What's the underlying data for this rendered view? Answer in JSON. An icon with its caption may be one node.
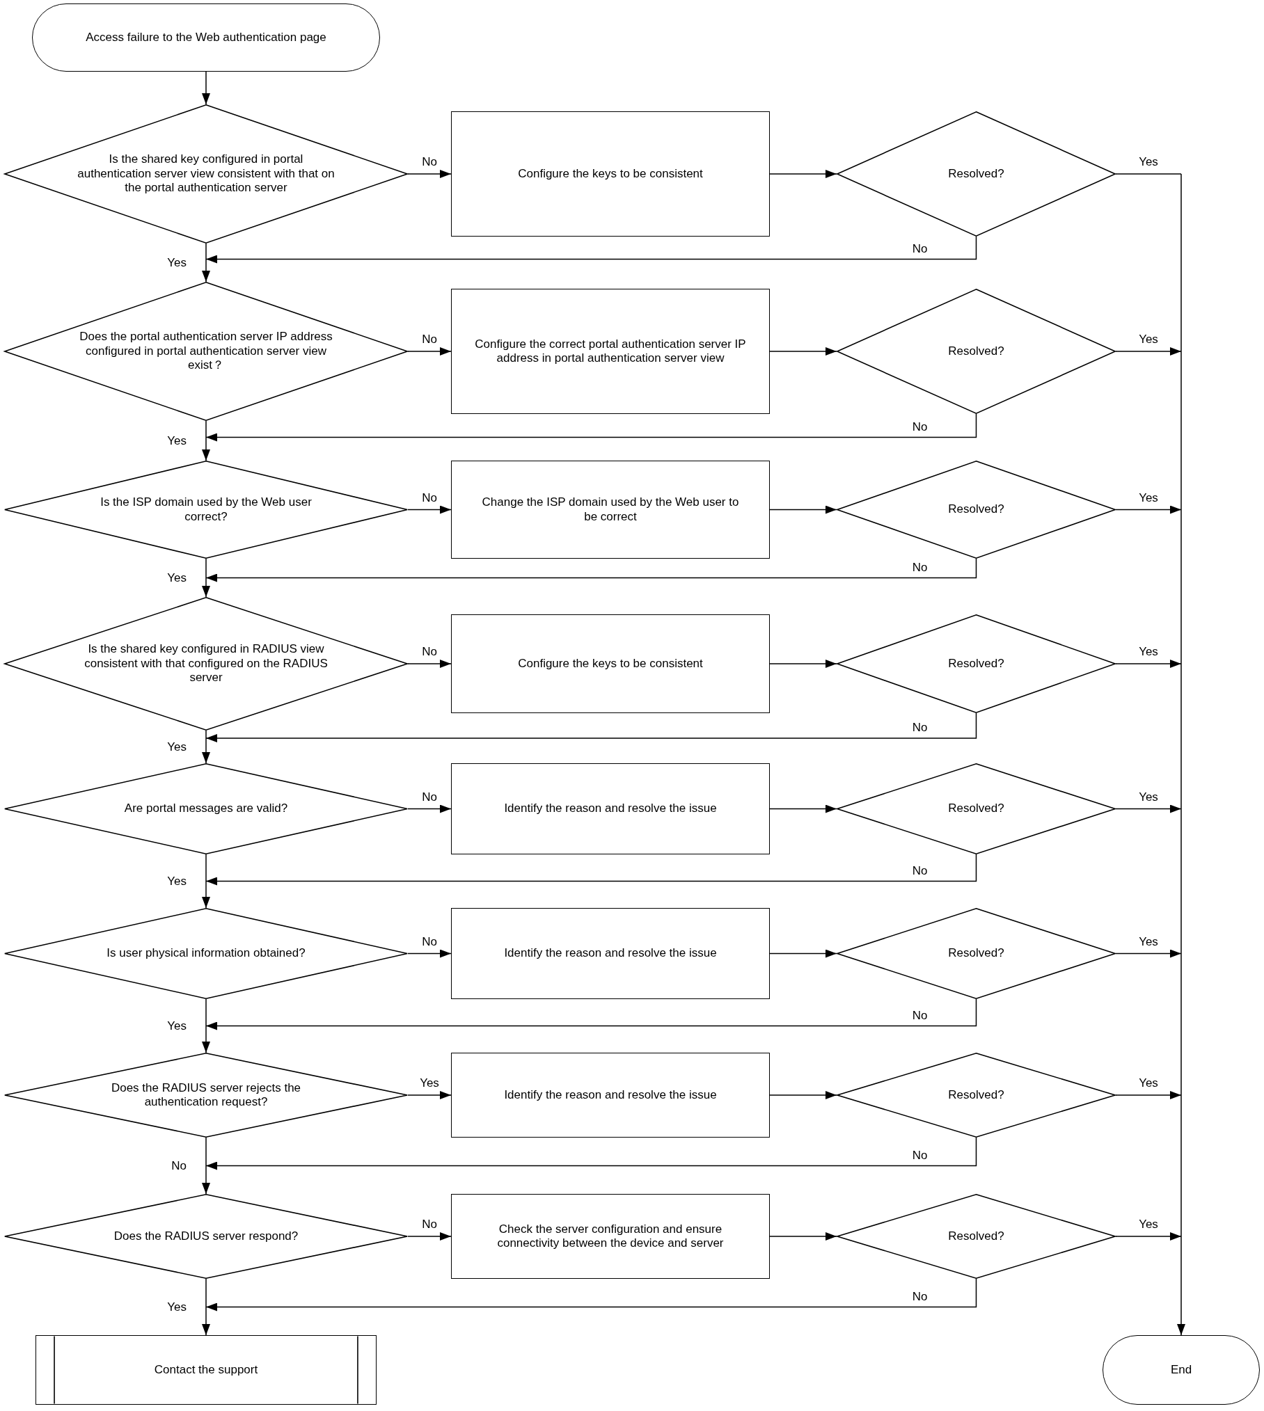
{
  "diagram": {
    "nodes": [
      {
        "text": [
          "Access failure to the Web authentication page"
        ]
      },
      {
        "text": [
          "Is the shared key configured in portal authentication server view consistent with that on the portal authentication server"
        ]
      },
      {
        "text": [
          "Configure the keys to be consistent"
        ]
      },
      {
        "text": [
          "Resolved?"
        ]
      },
      {
        "text": [
          "Does the portal authentication server IP address configured in portal authentication server view exist？"
        ]
      },
      {
        "text": [
          "Configure the correct portal authentication server IP address in portal authentication server view"
        ]
      },
      {
        "text": [
          "Resolved?"
        ]
      },
      {
        "text": [
          "Is the ISP domain used by the Web user correct?"
        ]
      },
      {
        "text": [
          "Change the ISP domain used by the Web user to be correct"
        ]
      },
      {
        "text": [
          "Resolved?"
        ]
      },
      {
        "text": [
          "Is the shared key configured in RADIUS view consistent with that configured on the RADIUS server"
        ]
      },
      {
        "text": [
          "Configure the keys to be consistent"
        ]
      },
      {
        "text": [
          "Resolved?"
        ]
      },
      {
        "text": [
          "Are portal messages are valid?"
        ]
      },
      {
        "text": [
          "Identify the reason and resolve the issue"
        ]
      },
      {
        "text": [
          "Resolved?"
        ]
      },
      {
        "text": [
          "Is user physical information obtained?"
        ]
      },
      {
        "text": [
          "Identify the reason and resolve the issue"
        ]
      },
      {
        "text": [
          "Resolved?"
        ]
      },
      {
        "text": [
          "Does the RADIUS server rejects the authentication request?"
        ]
      },
      {
        "text": [
          "Identify the reason and resolve the issue"
        ]
      },
      {
        "text": [
          "Resolved?"
        ]
      },
      {
        "text": [
          "Does the RADIUS server respond?"
        ]
      },
      {
        "text": [
          "Check the server configuration and ensure connectivity between the device and server"
        ]
      },
      {
        "text": [
          "Resolved?"
        ]
      },
      {
        "text": [
          "Contact the support"
        ]
      },
      {
        "text": [
          "End"
        ]
      }
    ],
    "edges": [
      {
        "from": 0,
        "to": 1,
        "arrow": "to"
      },
      {
        "from": 1,
        "to": 2,
        "arrow": "to",
        "label": "No"
      },
      {
        "from": 2,
        "to": 3,
        "arrow": "to"
      },
      {
        "from": 3,
        "to": 26,
        "arrow": "to",
        "label": "Yes"
      },
      {
        "from": 3,
        "to": 4,
        "arrow": "to",
        "label": "No"
      },
      {
        "from": 1,
        "to": 4,
        "arrow": "to",
        "label": "Yes"
      },
      {
        "from": 4,
        "to": 5,
        "arrow": "to",
        "label": "No"
      },
      {
        "from": 5,
        "to": 6,
        "arrow": "to"
      },
      {
        "from": 6,
        "to": 26,
        "arrow": "to",
        "label": "Yes"
      },
      {
        "from": 6,
        "to": 7,
        "arrow": "to",
        "label": "No"
      },
      {
        "from": 4,
        "to": 7,
        "arrow": "to",
        "label": "Yes"
      },
      {
        "from": 7,
        "to": 8,
        "arrow": "to",
        "label": "No"
      },
      {
        "from": 8,
        "to": 9,
        "arrow": "to"
      },
      {
        "from": 9,
        "to": 26,
        "arrow": "to",
        "label": "Yes"
      },
      {
        "from": 9,
        "to": 10,
        "arrow": "to",
        "label": "No"
      },
      {
        "from": 7,
        "to": 10,
        "arrow": "to",
        "label": "Yes"
      },
      {
        "from": 10,
        "to": 11,
        "arrow": "to",
        "label": "No"
      },
      {
        "from": 11,
        "to": 12,
        "arrow": "to"
      },
      {
        "from": 12,
        "to": 26,
        "arrow": "to",
        "label": "Yes"
      },
      {
        "from": 12,
        "to": 13,
        "arrow": "to",
        "label": "No"
      },
      {
        "from": 10,
        "to": 13,
        "arrow": "to",
        "label": "Yes"
      },
      {
        "from": 13,
        "to": 14,
        "arrow": "to",
        "label": "No"
      },
      {
        "from": 14,
        "to": 15,
        "arrow": "to"
      },
      {
        "from": 15,
        "to": 26,
        "arrow": "to",
        "label": "Yes"
      },
      {
        "from": 15,
        "to": 16,
        "arrow": "to",
        "label": "No"
      },
      {
        "from": 13,
        "to": 16,
        "arrow": "to",
        "label": "Yes"
      },
      {
        "from": 16,
        "to": 17,
        "arrow": "to",
        "label": "No"
      },
      {
        "from": 17,
        "to": 18,
        "arrow": "to"
      },
      {
        "from": 18,
        "to": 26,
        "arrow": "to",
        "label": "Yes"
      },
      {
        "from": 18,
        "to": 19,
        "arrow": "to",
        "label": "No"
      },
      {
        "from": 16,
        "to": 19,
        "arrow": "to",
        "label": "Yes"
      },
      {
        "from": 19,
        "to": 20,
        "arrow": "to",
        "label": "Yes"
      },
      {
        "from": 20,
        "to": 21,
        "arrow": "to"
      },
      {
        "from": 21,
        "to": 26,
        "arrow": "to",
        "label": "Yes"
      },
      {
        "from": 21,
        "to": 22,
        "arrow": "to",
        "label": "No"
      },
      {
        "from": 19,
        "to": 22,
        "arrow": "to",
        "label": "No"
      },
      {
        "from": 22,
        "to": 23,
        "arrow": "to",
        "label": "No"
      },
      {
        "from": 23,
        "to": 24,
        "arrow": "to"
      },
      {
        "from": 24,
        "to": 26,
        "arrow": "to",
        "label": "Yes"
      },
      {
        "from": 24,
        "to": 25,
        "arrow": "to",
        "label": "No"
      },
      {
        "from": 22,
        "to": 25,
        "arrow": "to",
        "label": "Yes"
      }
    ]
  }
}
